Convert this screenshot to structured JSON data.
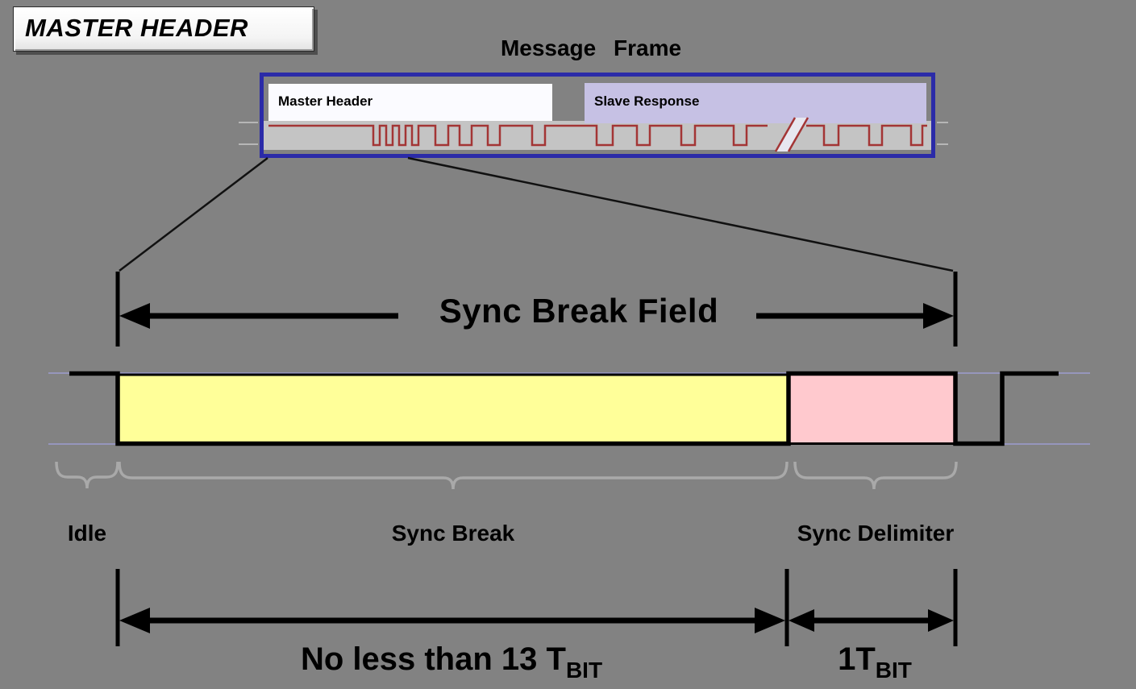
{
  "badge": {
    "label": "MASTER HEADER"
  },
  "message_frame": {
    "title": "Message Frame",
    "master_header_label": "Master Header",
    "slave_response_label": "Slave Response"
  },
  "zoom": {
    "field_label": "Sync Break Field"
  },
  "segments": {
    "idle_label": "Idle",
    "sync_break_label": "Sync Break",
    "sync_delimiter_label": "Sync Delimiter"
  },
  "timing": {
    "sync_break_min_main": "No less than 13 T",
    "sync_break_min_sub": "BIT",
    "sync_delimiter_main": "1T",
    "sync_delimiter_sub": "BIT"
  },
  "colors": {
    "background": "#828282",
    "frame_border": "#2B2BA8",
    "master_header_fill": "#FBFBFF",
    "slave_response_fill": "#C6C1E4",
    "waveform_red": "#A33535",
    "band_gray": "#C4C4C4",
    "sync_break_fill": "#FFFF99",
    "sync_delimiter_fill": "#FFC9CE",
    "gridline": "#9C9CCF",
    "brace": "#A9A9A9",
    "ink": "#000000"
  }
}
